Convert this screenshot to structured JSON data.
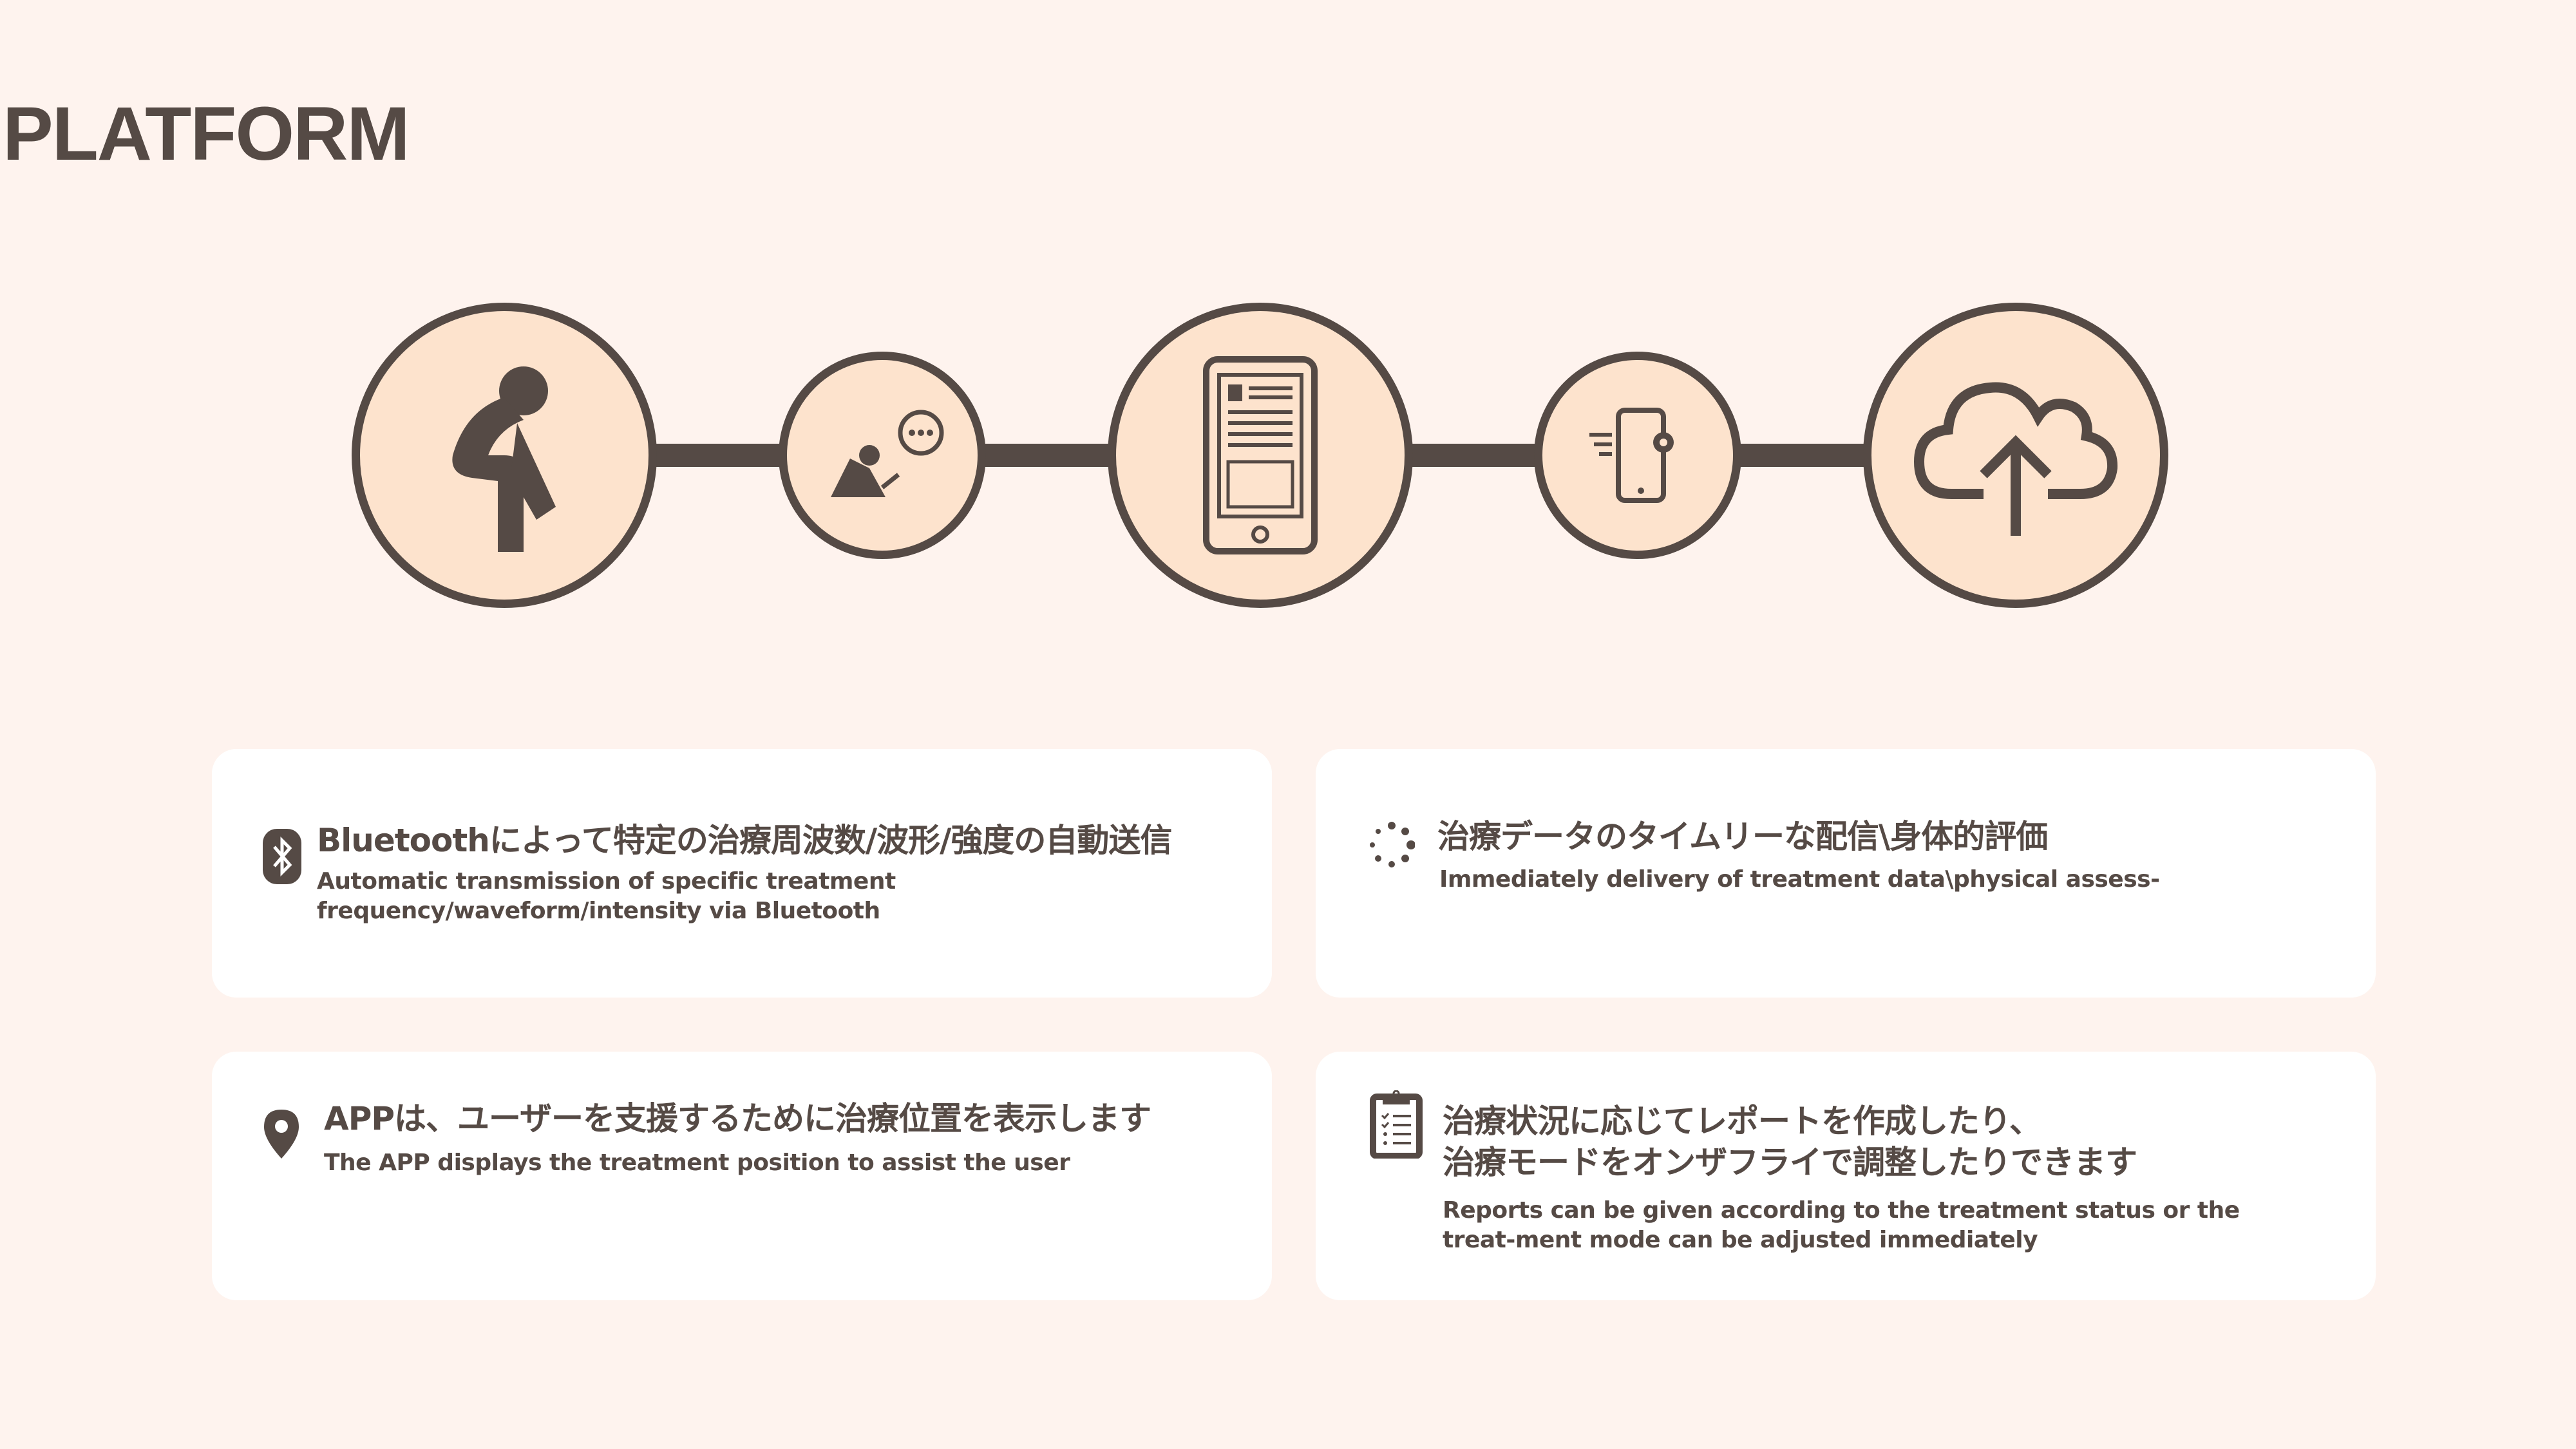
{
  "title": "PLATFORM",
  "flow_icons": [
    "person-in-pain-icon",
    "person-chat-icon",
    "smartphone-document-icon",
    "phone-settings-icon",
    "cloud-upload-icon"
  ],
  "cards": [
    {
      "icon": "bluetooth-icon",
      "title": "Bluetoothによって特定の治療周波数/波形/強度の自動送信",
      "subtitle": "Automatic transmission of specific treatment frequency/waveform/intensity via Bluetooth"
    },
    {
      "icon": "loading-dots-icon",
      "title": "治療データのタイムリーな配信\\身体的評価",
      "subtitle": "Immediately delivery of treatment data\\physical assess-"
    },
    {
      "icon": "location-pin-icon",
      "title": "APPは、ユーザーを支援するために治療位置を表示します",
      "subtitle": "The APP displays the treatment position to assist the user"
    },
    {
      "icon": "clipboard-checklist-icon",
      "title_line1": "治療状況に応じてレポートを作成したり、",
      "title_line2": "治療モードをオンザフライで調整したりできます",
      "subtitle": "Reports can be given according to the treatment status or the treat-ment mode can be adjusted immediately"
    }
  ],
  "colors": {
    "background": "#fef3ee",
    "primary": "#554a45",
    "circle_fill": "#fde3cd",
    "card": "#ffffff"
  }
}
